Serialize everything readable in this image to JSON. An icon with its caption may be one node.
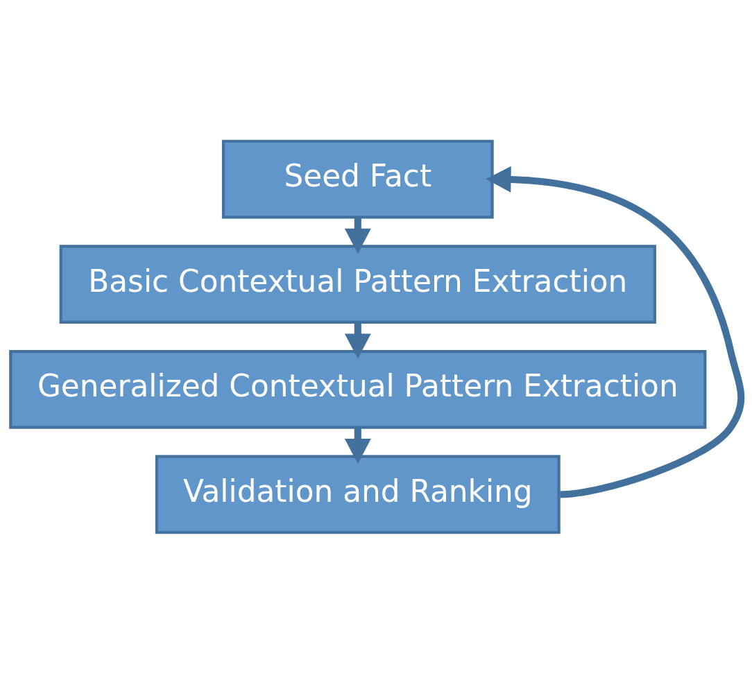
{
  "diagram": {
    "nodes": [
      {
        "text": [
          "Seed Fact"
        ]
      },
      {
        "text": [
          "Basic Contextual Pattern Extraction"
        ]
      },
      {
        "text": [
          "Generalized Contextual Pattern Extraction"
        ]
      },
      {
        "text": [
          "Validation and Ranking"
        ]
      }
    ],
    "edges": [
      {
        "from": 0,
        "to": 1,
        "arrow": "to"
      },
      {
        "from": 1,
        "to": 2,
        "arrow": "to"
      },
      {
        "from": 2,
        "to": 3,
        "arrow": "to"
      },
      {
        "from": 3,
        "to": 0,
        "arrow": "to"
      }
    ]
  }
}
